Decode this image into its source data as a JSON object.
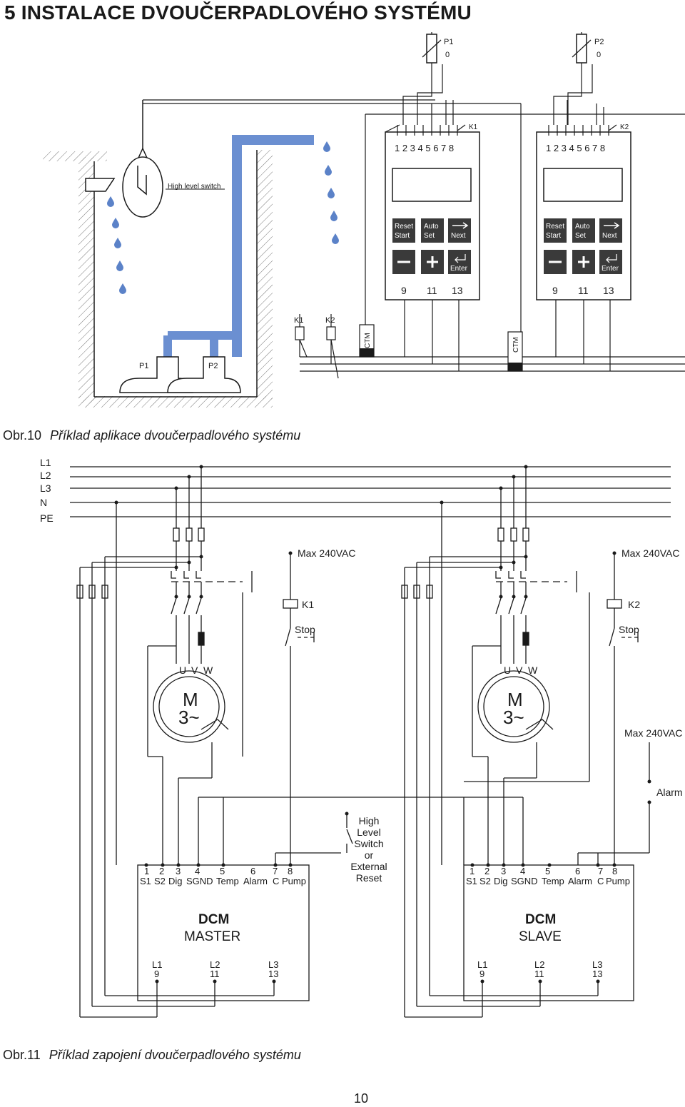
{
  "page": {
    "title": "5  INSTALACE DVOUČERPADLOVÉHO SYSTÉMU",
    "number": "10"
  },
  "figure10": {
    "caption_num": "Obr.10",
    "caption_text": "Příklad aplikace dvoučerpadlového systému",
    "sensor1": {
      "name": "P1",
      "sub": "0"
    },
    "sensor2": {
      "name": "P2",
      "sub": "0"
    },
    "high_level_switch": "High level switch",
    "pump1": "P1",
    "pump2": "P2",
    "contactor_k1": "K1",
    "contactor_k2": "K2",
    "ctm": "CTM",
    "controller": {
      "terminals_top": "1 2 3 4 5 6 7 8",
      "button_reset_1": "Reset",
      "button_reset_2": "Start",
      "button_auto_1": "Auto",
      "button_auto_2": "Set",
      "button_next": "Next",
      "button_minus": "−",
      "button_plus": "+",
      "button_enter": "Enter",
      "terminal_9": "9",
      "terminal_11": "11",
      "terminal_13": "13"
    }
  },
  "figure11": {
    "caption_num": "Obr.11",
    "caption_text": "Příklad zapojení dvoučerpadlového systému",
    "lines": {
      "l1": "L1",
      "l2": "L2",
      "l3": "L3",
      "n": "N",
      "pe": "PE"
    },
    "max_voltage": "Max 240VAC",
    "k1": "K1",
    "k2": "K2",
    "stop": "Stop",
    "motor_phases": {
      "u": "U",
      "v": "V",
      "w": "W"
    },
    "motor_m": "M",
    "motor_3": "3~",
    "alarm": "Alarm",
    "high_level_lines": [
      "High",
      "Level",
      "Switch",
      "or",
      "External",
      "Reset"
    ],
    "dcm": {
      "title": "DCM",
      "master": "MASTER",
      "slave": "SLAVE",
      "pins_num": [
        "1",
        "2",
        "3",
        "4",
        "5",
        "6",
        "7",
        "8"
      ],
      "pins_name": [
        "S1",
        "S2",
        "Dig",
        "SGND",
        "Temp",
        "Alarm",
        "C",
        "Pump"
      ],
      "bottom_l1": "L1",
      "bottom_l2": "L2",
      "bottom_l3": "L3",
      "bottom_9": "9",
      "bottom_11": "11",
      "bottom_13": "13"
    }
  },
  "colors": {
    "pipe": "#6b8fd1",
    "drop": "#5b82c8",
    "ink": "#1a1a1a",
    "button": "#3a3a3a"
  }
}
